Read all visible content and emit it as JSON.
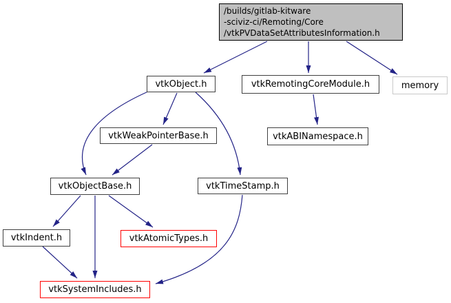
{
  "diagram": {
    "kind": "include-dependency-graph",
    "background_color": "#ffffff",
    "edge_color": "#232387",
    "nodes": {
      "main": {
        "label": "/builds/gitlab-kitware\n-sciviz-ci/Remoting/Core\n/vtkPVDataSetAttributesInformation.h",
        "fill_color": "#bfbfbf",
        "border_color": "#000000",
        "text_color": "#000000"
      },
      "vtkObject": {
        "label": "vtkObject.h",
        "border_color": "#404040",
        "fill_color": "#ffffff"
      },
      "vtkRemotingCoreModule": {
        "label": "vtkRemotingCoreModule.h",
        "border_color": "#404040",
        "fill_color": "#ffffff"
      },
      "memory": {
        "label": "memory",
        "border_color": "#c9c9c9",
        "fill_color": "#ffffff"
      },
      "vtkWeakPointerBase": {
        "label": "vtkWeakPointerBase.h",
        "border_color": "#404040",
        "fill_color": "#ffffff"
      },
      "vtkABINamespace": {
        "label": "vtkABINamespace.h",
        "border_color": "#404040",
        "fill_color": "#ffffff"
      },
      "vtkObjectBase": {
        "label": "vtkObjectBase.h",
        "border_color": "#404040",
        "fill_color": "#ffffff"
      },
      "vtkTimeStamp": {
        "label": "vtkTimeStamp.h",
        "border_color": "#404040",
        "fill_color": "#ffffff"
      },
      "vtkIndent": {
        "label": "vtkIndent.h",
        "border_color": "#404040",
        "fill_color": "#ffffff"
      },
      "vtkAtomicTypes": {
        "label": "vtkAtomicTypes.h",
        "border_color": "#ff0000",
        "fill_color": "#ffffff"
      },
      "vtkSystemIncludes": {
        "label": "vtkSystemIncludes.h",
        "border_color": "#ff0000",
        "fill_color": "#ffffff"
      }
    },
    "edges": [
      {
        "from": "main",
        "to": "vtkObject"
      },
      {
        "from": "main",
        "to": "vtkRemotingCoreModule"
      },
      {
        "from": "main",
        "to": "memory"
      },
      {
        "from": "vtkRemotingCoreModule",
        "to": "vtkABINamespace"
      },
      {
        "from": "vtkObject",
        "to": "vtkWeakPointerBase"
      },
      {
        "from": "vtkObject",
        "to": "vtkObjectBase"
      },
      {
        "from": "vtkObject",
        "to": "vtkTimeStamp"
      },
      {
        "from": "vtkWeakPointerBase",
        "to": "vtkObjectBase"
      },
      {
        "from": "vtkObjectBase",
        "to": "vtkIndent"
      },
      {
        "from": "vtkObjectBase",
        "to": "vtkSystemIncludes"
      },
      {
        "from": "vtkObjectBase",
        "to": "vtkAtomicTypes"
      },
      {
        "from": "vtkIndent",
        "to": "vtkSystemIncludes"
      },
      {
        "from": "vtkTimeStamp",
        "to": "vtkSystemIncludes"
      }
    ]
  }
}
